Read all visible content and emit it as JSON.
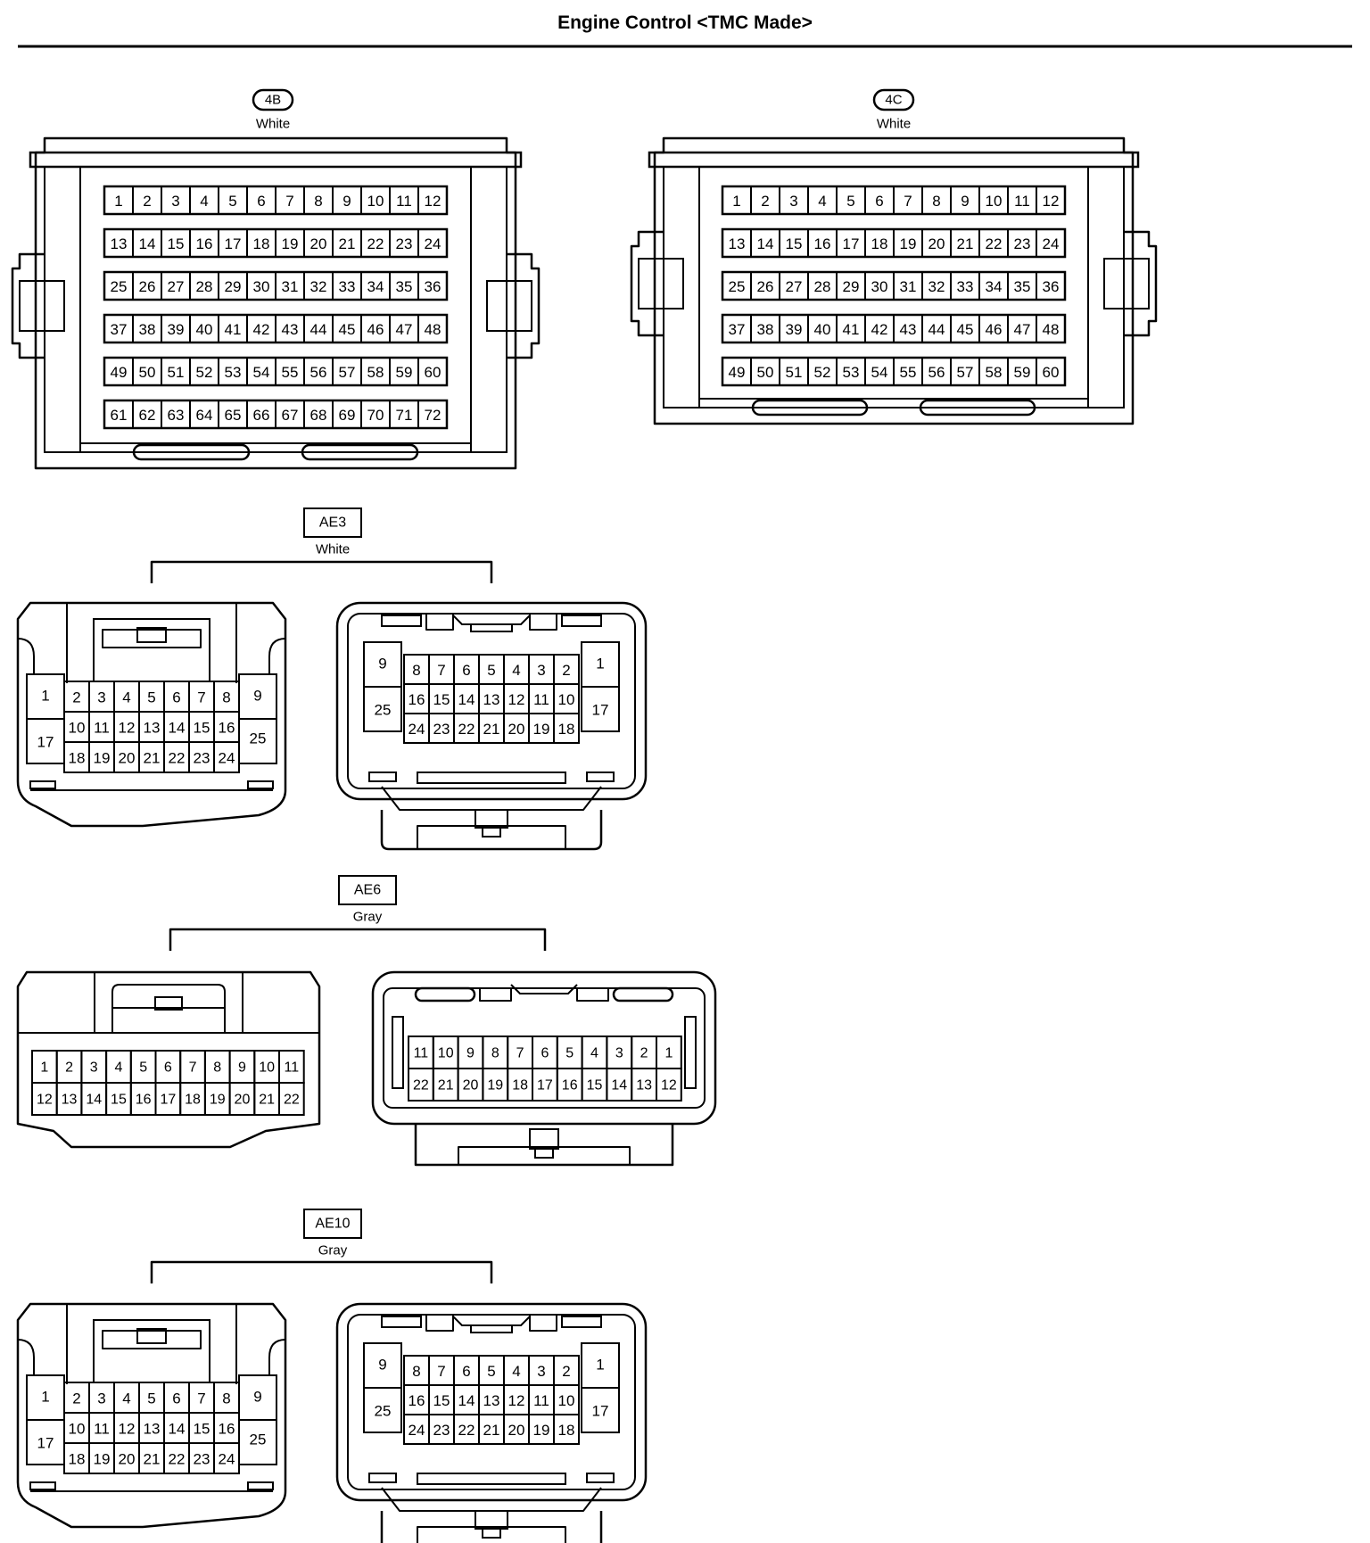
{
  "page": {
    "title": "Engine Control <TMC Made>"
  },
  "connectors": {
    "c4b": {
      "code": "4B",
      "color": "White"
    },
    "c4c": {
      "code": "4C",
      "color": "White"
    },
    "ae3": {
      "code": "AE3",
      "color": "White"
    },
    "ae6": {
      "code": "AE6",
      "color": "Gray"
    },
    "ae10": {
      "code": "AE10",
      "color": "Gray"
    }
  },
  "pin_layouts": {
    "grid_72": {
      "rows": [
        [
          "1",
          "2",
          "3",
          "4",
          "5",
          "6",
          "7",
          "8",
          "9",
          "10",
          "11",
          "12"
        ],
        [
          "13",
          "14",
          "15",
          "16",
          "17",
          "18",
          "19",
          "20",
          "21",
          "22",
          "23",
          "24"
        ],
        [
          "25",
          "26",
          "27",
          "28",
          "29",
          "30",
          "31",
          "32",
          "33",
          "34",
          "35",
          "36"
        ],
        [
          "37",
          "38",
          "39",
          "40",
          "41",
          "42",
          "43",
          "44",
          "45",
          "46",
          "47",
          "48"
        ],
        [
          "49",
          "50",
          "51",
          "52",
          "53",
          "54",
          "55",
          "56",
          "57",
          "58",
          "59",
          "60"
        ],
        [
          "61",
          "62",
          "63",
          "64",
          "65",
          "66",
          "67",
          "68",
          "69",
          "70",
          "71",
          "72"
        ]
      ]
    },
    "grid_60": {
      "rows": [
        [
          "1",
          "2",
          "3",
          "4",
          "5",
          "6",
          "7",
          "8",
          "9",
          "10",
          "11",
          "12"
        ],
        [
          "13",
          "14",
          "15",
          "16",
          "17",
          "18",
          "19",
          "20",
          "21",
          "22",
          "23",
          "24"
        ],
        [
          "25",
          "26",
          "27",
          "28",
          "29",
          "30",
          "31",
          "32",
          "33",
          "34",
          "35",
          "36"
        ],
        [
          "37",
          "38",
          "39",
          "40",
          "41",
          "42",
          "43",
          "44",
          "45",
          "46",
          "47",
          "48"
        ],
        [
          "49",
          "50",
          "51",
          "52",
          "53",
          "54",
          "55",
          "56",
          "57",
          "58",
          "59",
          "60"
        ]
      ]
    },
    "plug_25_male": {
      "left_top": "1",
      "left_bottom": "17",
      "right_top": "9",
      "right_bottom": "25",
      "rows": [
        [
          "2",
          "3",
          "4",
          "5",
          "6",
          "7",
          "8"
        ],
        [
          "10",
          "11",
          "12",
          "13",
          "14",
          "15",
          "16"
        ],
        [
          "18",
          "19",
          "20",
          "21",
          "22",
          "23",
          "24"
        ]
      ]
    },
    "plug_25_female": {
      "left_top": "9",
      "left_bottom": "25",
      "right_top": "1",
      "right_bottom": "17",
      "rows": [
        [
          "8",
          "7",
          "6",
          "5",
          "4",
          "3",
          "2"
        ],
        [
          "16",
          "15",
          "14",
          "13",
          "12",
          "11",
          "10"
        ],
        [
          "24",
          "23",
          "22",
          "21",
          "20",
          "19",
          "18"
        ]
      ]
    },
    "plug_22_male": {
      "rows": [
        [
          "1",
          "2",
          "3",
          "4",
          "5",
          "6",
          "7",
          "8",
          "9",
          "10",
          "11"
        ],
        [
          "12",
          "13",
          "14",
          "15",
          "16",
          "17",
          "18",
          "19",
          "20",
          "21",
          "22"
        ]
      ]
    },
    "plug_22_female": {
      "rows": [
        [
          "11",
          "10",
          "9",
          "8",
          "7",
          "6",
          "5",
          "4",
          "3",
          "2",
          "1"
        ],
        [
          "22",
          "21",
          "20",
          "19",
          "18",
          "17",
          "16",
          "15",
          "14",
          "13",
          "12"
        ]
      ]
    }
  }
}
